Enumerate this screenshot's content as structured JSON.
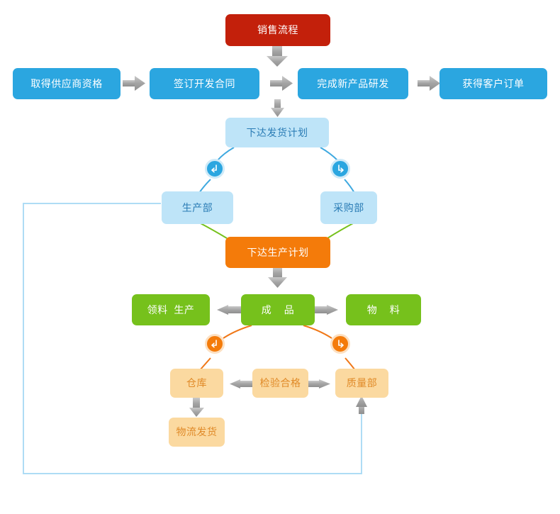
{
  "diagram": {
    "title_node": {
      "label": "销售流程",
      "color": "#C3200B"
    },
    "row_supply": [
      {
        "label": "取得供应商资格",
        "color": "#2BA6E0"
      },
      {
        "label": "签订开发合同",
        "color": "#2BA6E0"
      },
      {
        "label": "完成新产品研发",
        "color": "#2BA6E0"
      },
      {
        "label": "获得客户订单",
        "color": "#2BA6E0"
      }
    ],
    "shipping_plan": {
      "label": "下达发货计划",
      "color": "#BEE4F8"
    },
    "departments": [
      {
        "label": "生产部",
        "color": "#BEE4F8"
      },
      {
        "label": "采购部",
        "color": "#BEE4F8"
      }
    ],
    "production_plan": {
      "label": "下达生产计划",
      "color": "#F47B0A"
    },
    "green_row": [
      {
        "label": "领料  生产",
        "color": "#76C11C"
      },
      {
        "label": "成    品",
        "color": "#76C11C"
      },
      {
        "label": "物    料",
        "color": "#76C11C"
      }
    ],
    "peach_row": [
      {
        "label": "仓库",
        "color": "#FBD9A0"
      },
      {
        "label": "检验合格",
        "color": "#FBD9A0"
      },
      {
        "label": "质量部",
        "color": "#FBD9A0"
      }
    ],
    "logistics": {
      "label": "物流发货",
      "color": "#FBD9A0"
    },
    "connectors": {
      "blue_node_icon": "chevron-down-left-icon",
      "blue_node_icon_right": "chevron-down-right-icon",
      "orange_node_icon": "chevron-down-left-icon",
      "orange_node_icon_right": "chevron-down-right-icon",
      "arrow_color": "#A8A8A8",
      "curve_blue": "#3FA9E0",
      "curve_green": "#76C11C",
      "curve_orange": "#F07818",
      "feedback_loop_color": "#AEDCF5"
    }
  }
}
